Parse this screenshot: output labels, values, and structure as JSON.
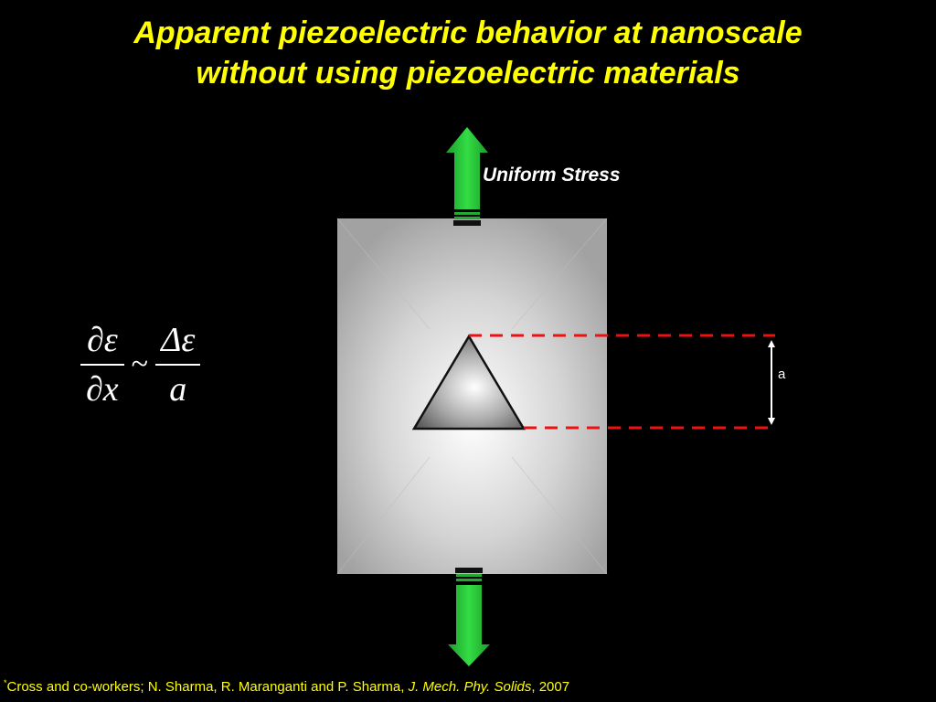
{
  "title": {
    "line1": "Apparent piezoelectric behavior at nanoscale",
    "line2": "without using piezoelectric materials"
  },
  "diagram": {
    "stress_label": "Uniform Stress",
    "dimension_label": "a"
  },
  "equation": {
    "lhs_numerator": "∂ε",
    "lhs_denominator": "∂x",
    "relation": "~",
    "rhs_numerator": "Δε",
    "rhs_denominator": "a"
  },
  "footnote": {
    "marker": "*",
    "authors": "Cross and co-workers; N. Sharma, R. Maranganti and P. Sharma, ",
    "journal": "J. Mech. Phy. Solids",
    "year": ", 2007"
  },
  "colors": {
    "background": "#000000",
    "title": "#ffff00",
    "arrow": "#22bb33",
    "dashed_line": "#ee1111",
    "text": "#ffffff"
  }
}
